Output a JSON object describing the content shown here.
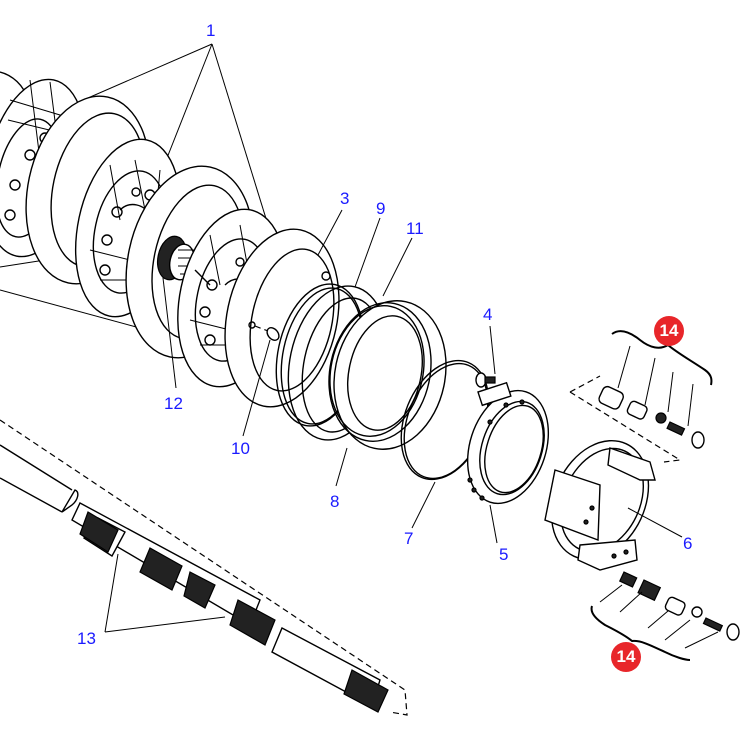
{
  "diagram": {
    "title": "Brake assembly exploded view",
    "callouts": [
      {
        "id": "1",
        "label": "1",
        "part": "friction-disc"
      },
      {
        "id": "3",
        "label": "3",
        "part": "actuator-plate"
      },
      {
        "id": "4",
        "label": "4",
        "part": "bleed-screw"
      },
      {
        "id": "5",
        "label": "5",
        "part": "piston-housing"
      },
      {
        "id": "6",
        "label": "6",
        "part": "brake-caliper-bracket"
      },
      {
        "id": "7",
        "label": "7",
        "part": "pipe-ring"
      },
      {
        "id": "8",
        "label": "8",
        "part": "piston"
      },
      {
        "id": "9",
        "label": "9",
        "part": "o-ring-small"
      },
      {
        "id": "10",
        "label": "10",
        "part": "dowel-pin"
      },
      {
        "id": "11",
        "label": "11",
        "part": "o-ring-large"
      },
      {
        "id": "12",
        "label": "12",
        "part": "splined-hub"
      },
      {
        "id": "13",
        "label": "13",
        "part": "drive-shaft"
      }
    ],
    "badges": [
      {
        "id": "14-upper",
        "label": "14",
        "color": "#e8262a",
        "part": "bushing-and-bolt-kit"
      },
      {
        "id": "14-lower",
        "label": "14",
        "color": "#e8262a",
        "part": "spring-and-bolt-kit"
      }
    ],
    "label_color": "#1a1aff"
  }
}
